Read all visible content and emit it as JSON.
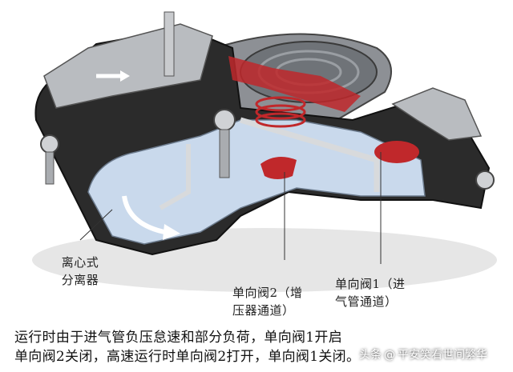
{
  "labels": {
    "centrifugal_separator": [
      "离心式",
      "分离器"
    ],
    "check_valve_2": [
      "单向阀2（增",
      "压器通道）"
    ],
    "check_valve_1": [
      "单向阀1（进",
      "气管通道）"
    ]
  },
  "caption": [
    "运行时由于进气管负压怠速和部分负荷，单向阀1开启",
    "单向阀2关闭，高速运行时单向阀2打开，单向阀1关闭。"
  ],
  "watermark": {
    "source": "头条",
    "at": "@",
    "author": "平安笑看世间繁华"
  },
  "colors": {
    "housing_dark": "#2b2b2b",
    "housing_gray": "#b9bcc0",
    "cutaway_blue": "#c9d9ec",
    "valve_red": "#c0282b",
    "flow_arrow": "#ffffff"
  }
}
